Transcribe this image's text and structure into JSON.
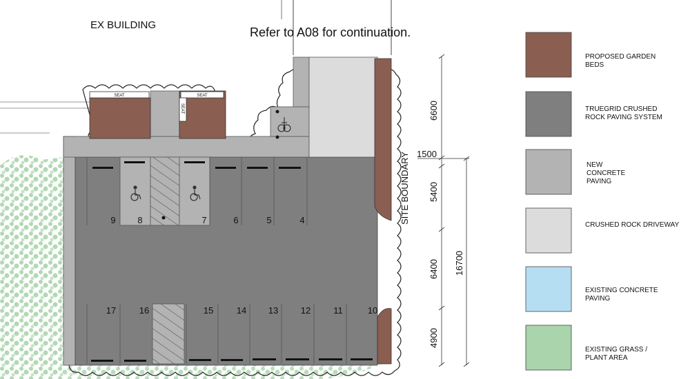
{
  "header": {
    "building_label": "EX BUILDING",
    "continuation_note": "Refer to A08 for continuation."
  },
  "plan": {
    "seat_labels": [
      "SEAT",
      "SEAT",
      "SEAT"
    ],
    "site_boundary_label": "SITE BOUNDARY",
    "parking_bays": {
      "top_row": [
        "9",
        "8",
        "7",
        "6",
        "5",
        "4"
      ],
      "bottom_row": [
        "17",
        "16",
        "15",
        "14",
        "13",
        "12",
        "11",
        "10"
      ]
    },
    "accessible_bays": [
      "8",
      "7"
    ],
    "dimensions": {
      "segments": [
        "6600",
        "1500",
        "5400",
        "6400",
        "4900"
      ],
      "total": "16700"
    },
    "icons": [
      "accessible-parking-icon",
      "bicycle-icon"
    ]
  },
  "legend": {
    "items": [
      {
        "label": "PROPOSED GARDEN BEDS",
        "color": "#8b5e52"
      },
      {
        "label": "TRUEGRID CRUSHED ROCK PAVING SYSTEM",
        "color": "#7f7f7f"
      },
      {
        "label": "NEW CONCRETE PAVING",
        "color": "#b3b3b3"
      },
      {
        "label": "CRUSHED ROCK DRIVEWAY",
        "color": "#dcdcdc"
      },
      {
        "label": "EXISTING CONCRETE PAVING",
        "color": "#b5def2"
      },
      {
        "label": "EXISTING GRASS / PLANT AREA",
        "color": "#a9d4ac"
      }
    ]
  }
}
